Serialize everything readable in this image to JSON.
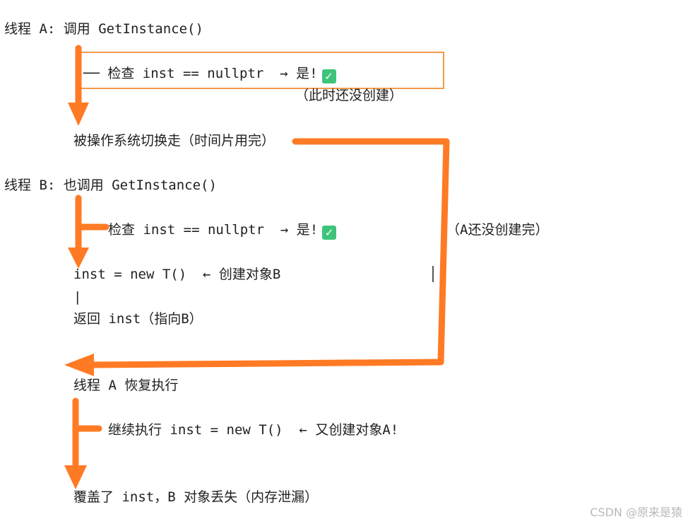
{
  "accent": "#ff7a24",
  "thread_a": {
    "header": "线程 A: 调用 GetInstance()",
    "check_line": "── 检查 inst == nullptr  → 是!",
    "check_icon": "check-mark-icon",
    "check_note": "（此时还没创建）",
    "switch_line": "被操作系统切换走（时间片用完）"
  },
  "thread_b": {
    "header": "线程 B: 也调用 GetInstance()",
    "check_line": "检查 inst == nullptr  → 是!",
    "check_icon": "check-mark-icon",
    "side_note": "（A还没创建完）",
    "new_line": "inst = new T()  ← 创建对象B",
    "pipe": "|",
    "return_line": "返回 inst（指向B）"
  },
  "resume": {
    "header": "线程 A 恢复执行",
    "continue_line": "继续执行 inst = new T()  ← 又创建对象A!",
    "result_line": "覆盖了 inst，B 对象丢失（内存泄漏）"
  },
  "watermark": "CSDN @原来是猿"
}
